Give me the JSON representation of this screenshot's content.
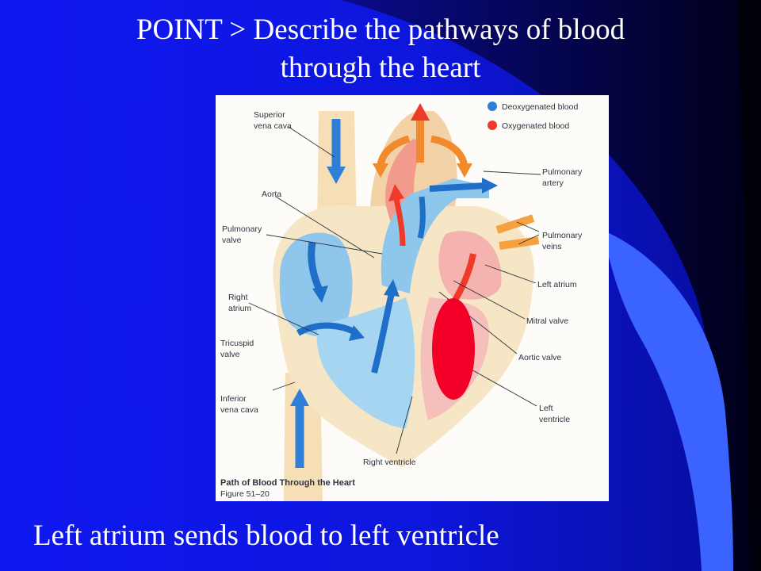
{
  "slide": {
    "title_line1": "POINT > Describe the pathways of blood",
    "title_line2": "through the heart",
    "caption": "Left atrium sends blood to left ventricle",
    "colors": {
      "background_blue": "#0f1aee",
      "dark_sweep": "#000060",
      "light_sweep": "#3366ff",
      "highlight_red": "#f20028"
    }
  },
  "figure": {
    "caption_title": "Path of Blood Through the Heart",
    "caption_ref": "Figure 51–20",
    "legend": {
      "deoxygenated": "Deoxygenated blood",
      "oxygenated": "Oxygenated blood",
      "deoxygenated_color": "#2f7fd8",
      "oxygenated_color": "#ef3a2a"
    },
    "labels": {
      "superior_vena_cava_1": "Superior",
      "superior_vena_cava_2": "vena cava",
      "aorta": "Aorta",
      "pulmonary_valve_1": "Pulmonary",
      "pulmonary_valve_2": "valve",
      "right_atrium_1": "Right",
      "right_atrium_2": "atrium",
      "tricuspid_valve_1": "Tricuspid",
      "tricuspid_valve_2": "valve",
      "inferior_vena_cava_1": "Inferior",
      "inferior_vena_cava_2": "vena cava",
      "right_ventricle": "Right ventricle",
      "pulmonary_artery_1": "Pulmonary",
      "pulmonary_artery_2": "artery",
      "pulmonary_veins_1": "Pulmonary",
      "pulmonary_veins_2": "veins",
      "left_atrium": "Left atrium",
      "mitral_valve": "Mitral valve",
      "aortic_valve": "Aortic valve",
      "left_ventricle_1": "Left",
      "left_ventricle_2": "ventricle"
    }
  }
}
